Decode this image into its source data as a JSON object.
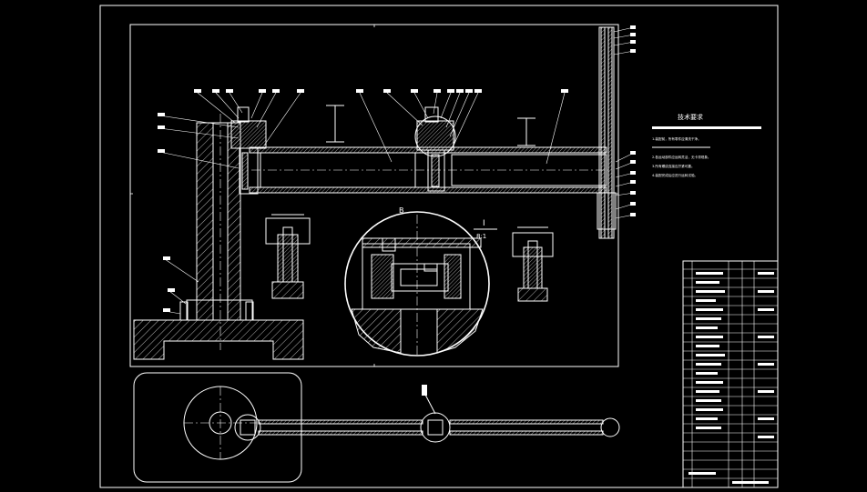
{
  "drawing": {
    "tech_requirements": {
      "title": "技术要求",
      "notes": [
        "1.装配前，所有零件应清洗干净。",
        "2.各运动部件应运转灵活，无卡滞现象。",
        "3.所有螺纹连接应拧紧可靠。",
        "4.装配完成后应进行运转试验。"
      ]
    },
    "detail_view": {
      "label": "I",
      "scale": "8:1"
    },
    "leader_b_label": "B",
    "colors": {
      "background": "#000000",
      "line": "#ffffff"
    }
  }
}
